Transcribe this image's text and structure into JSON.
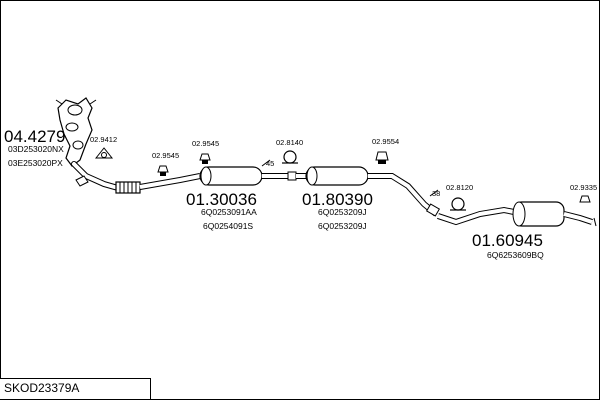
{
  "kit_code": "SKOD23379A",
  "parts": {
    "catalyst": {
      "code": "04.4279",
      "oe": [
        "03D253020NX",
        "03E253020PX"
      ]
    },
    "gasket_front": {
      "code": "02.9412"
    },
    "clamp_a": {
      "code": "02.9545"
    },
    "clamp_b": {
      "code": "02.9545"
    },
    "front_silencer": {
      "code": "01.30036",
      "oe": [
        "6Q0253091AA",
        "6Q0254091S"
      ]
    },
    "clamp_c": {
      "code": "02.8140"
    },
    "middle_silencer": {
      "code": "01.80390",
      "oe": [
        "6Q0253209J",
        "6Q0253209J"
      ]
    },
    "clamp_d": {
      "code": "02.9554"
    },
    "clamp_e": {
      "code": "02.8120"
    },
    "rear_silencer": {
      "code": "01.60945",
      "oe": [
        "6Q6253609BQ"
      ]
    },
    "hanger_rear": {
      "code": "02.9335"
    }
  },
  "pipe_diameters": {
    "d1": "45",
    "d2": "38"
  },
  "colors": {
    "line": "#000000",
    "fill": "#ffffff",
    "shade": "#bbbbbb"
  }
}
